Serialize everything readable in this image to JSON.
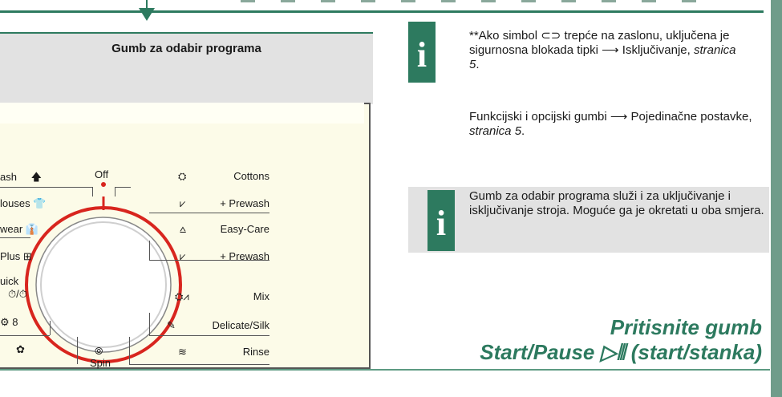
{
  "header": {
    "title": "Gumb za odabir programa"
  },
  "dial": {
    "off_label": "Off",
    "spin_label": "Spin",
    "spin_icon": "⦾",
    "left": [
      {
        "label": "ash",
        "icon": "🡅"
      },
      {
        "label": "louses",
        "icon": "👕"
      },
      {
        "label": "wear",
        "icon": "👔"
      },
      {
        "label": "Plus",
        "icon": "⊞"
      },
      {
        "label": "uick",
        "icon": ""
      },
      {
        "label": "",
        "icon": "⏱/⏱"
      },
      {
        "label": "",
        "icon": "⚙  8"
      },
      {
        "label": "",
        "icon": "✿"
      }
    ],
    "right": [
      {
        "label": "Cottons",
        "icon": "⛭"
      },
      {
        "label": "+ Prewash",
        "icon": "⩗"
      },
      {
        "label": "Easy-Care",
        "icon": "⩟"
      },
      {
        "label": "+ Prewash",
        "icon": "⩗"
      },
      {
        "label": "Mix",
        "icon": "⛭⩘"
      },
      {
        "label": "Delicate/Silk",
        "icon": "✎"
      },
      {
        "label": "Rinse",
        "icon": "≋"
      }
    ]
  },
  "notes": {
    "note1_text_a": "**Ako simbol ⊂⊃ trepće na zaslonu, uključena je sigurnosna blokada tipki ⟶ Isključivanje, ",
    "note1_ref": "stranica 5",
    "note1_end": ".",
    "note2_text_a": "Funkcijski i opcijski gumbi ⟶ Pojedinačne postavke, ",
    "note2_ref": "stranica 5",
    "note2_end": ".",
    "note3_text": "Gumb za odabir programa služi i za uključivanje i isključivanje stroja. Moguće ga je okretati u oba smjera.",
    "info_icon": "i"
  },
  "cta": {
    "line1": "Pritisnite gumb",
    "line2": "Start/Pause ▷⫴ (start/stanka)"
  },
  "colors": {
    "accent": "#2d7a5f",
    "dial_red": "#d8251e",
    "panel_bg": "#fcfbe8"
  }
}
